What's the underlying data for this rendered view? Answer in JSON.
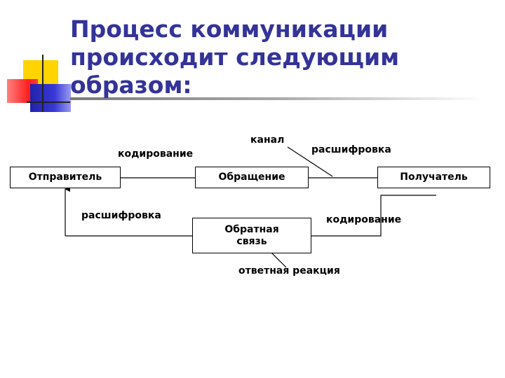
{
  "slide": {
    "title_lines": [
      "Процесс коммуникации",
      "происходит следующим",
      "образом:"
    ]
  },
  "diagram": {
    "nodes": {
      "sender": "Отправитель",
      "message": "Обращение",
      "receiver": "Получатель",
      "feedback": "Обратная связь"
    },
    "labels": {
      "encoding_top": "кодирование",
      "channel": "канал",
      "decoding_top": "расшифровка",
      "decoding_bottom": "расшифровка",
      "encoding_bottom": "кодирование",
      "response": "ответная реакция"
    }
  }
}
